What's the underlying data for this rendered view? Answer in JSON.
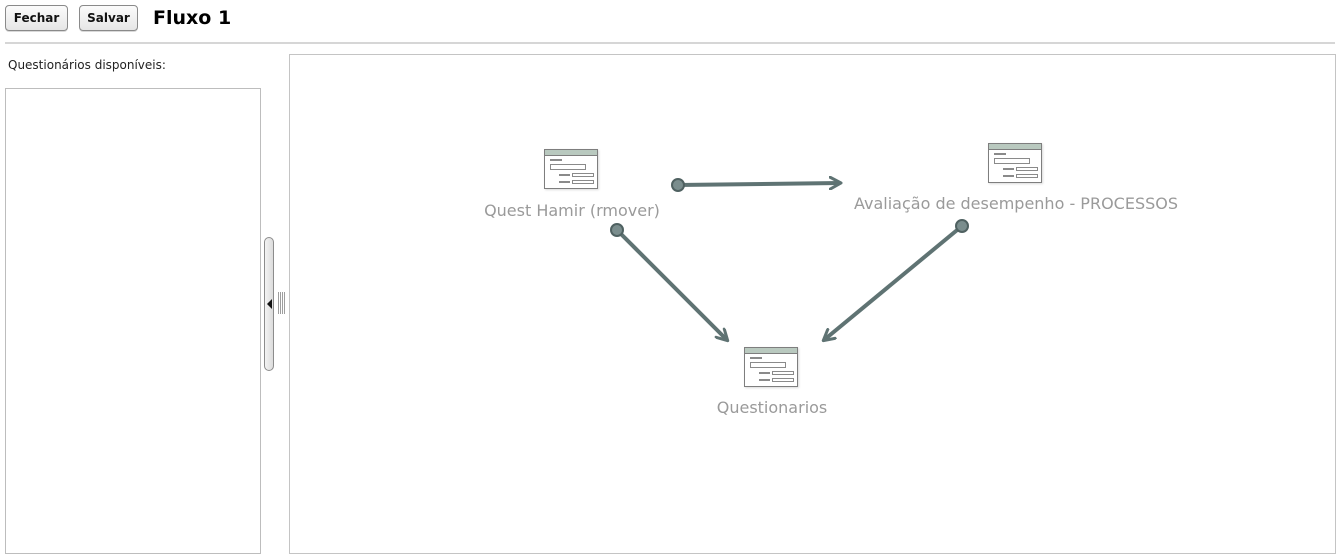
{
  "toolbar": {
    "close_label": "Fechar",
    "save_label": "Salvar",
    "title": "Fluxo 1"
  },
  "sidebar": {
    "label": "Questionários disponíveis:",
    "items": []
  },
  "flow": {
    "nodes": [
      {
        "id": "n1",
        "label": "Quest Hamir (rmover)",
        "icon": "form-icon"
      },
      {
        "id": "n2",
        "label": "Avaliação de desempenho - PROCESSOS",
        "icon": "form-icon"
      },
      {
        "id": "n3",
        "label": "Questionarios",
        "icon": "form-icon"
      }
    ],
    "edges": [
      {
        "from": "n1",
        "to": "n2"
      },
      {
        "from": "n1",
        "to": "n3"
      },
      {
        "from": "n2",
        "to": "n3"
      }
    ]
  },
  "colors": {
    "edge": "#5f7373",
    "node_label": "#9a9a9a",
    "node_header": "#b9c9bf"
  }
}
